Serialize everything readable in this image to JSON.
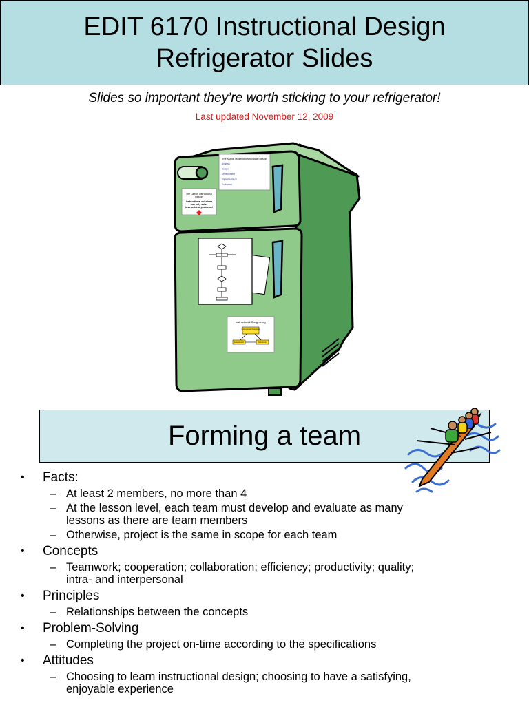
{
  "header": {
    "title_line1": "EDIT 6170 Instructional Design",
    "title_line2": "Refrigerator Slides",
    "subtitle": "Slides so important they’re worth sticking to your refrigerator!",
    "updated": "Last updated November 12, 2009"
  },
  "fridge": {
    "note_left_line1": "The Law of Instructional",
    "note_left_line2": "Design",
    "note_left_line3": "Instructional solutions",
    "note_left_line4": "can only solve",
    "note_left_line5": "instructional problems!",
    "note_top_title": "The ADDIE Model of Instructional Design",
    "note_top_items": [
      "Analysis",
      "Design",
      "Development",
      "Implementation",
      "Evaluation"
    ],
    "note_bottom_title": "Instructional Congruency",
    "note_bottom_top": "Instructional Objectives",
    "note_bottom_left": "Assessment",
    "note_bottom_right": "Instruction"
  },
  "section": {
    "title": "Forming a team"
  },
  "bullets": [
    {
      "label": "Facts:",
      "items": [
        [
          "At least 2 members, no more than 4"
        ],
        [
          "At the lesson level, each team must develop and evaluate as many",
          "lessons as there are team members"
        ],
        [
          "Otherwise, project is the same in scope for each team"
        ]
      ]
    },
    {
      "label": "Concepts",
      "items": [
        [
          "Teamwork; cooperation; collaboration; efficiency; productivity; quality;",
          "intra- and interpersonal"
        ]
      ]
    },
    {
      "label": "Principles",
      "items": [
        [
          "Relationships between the concepts"
        ]
      ]
    },
    {
      "label": "Problem-Solving",
      "items": [
        [
          "Completing the project on-time according to the specifications"
        ]
      ]
    },
    {
      "label": "Attitudes",
      "items": [
        [
          "Choosing to learn instructional design; choosing to have a satisfying,",
          "enjoyable experience"
        ]
      ]
    }
  ],
  "symbols": {
    "bullet": "•",
    "dash": "–"
  },
  "colors": {
    "title_bg": "#b4dee2",
    "section_bg": "#cfe9ec",
    "updated_text": "#e01818",
    "fridge_green": "#8fca8a",
    "fridge_dark": "#4e9a55"
  }
}
